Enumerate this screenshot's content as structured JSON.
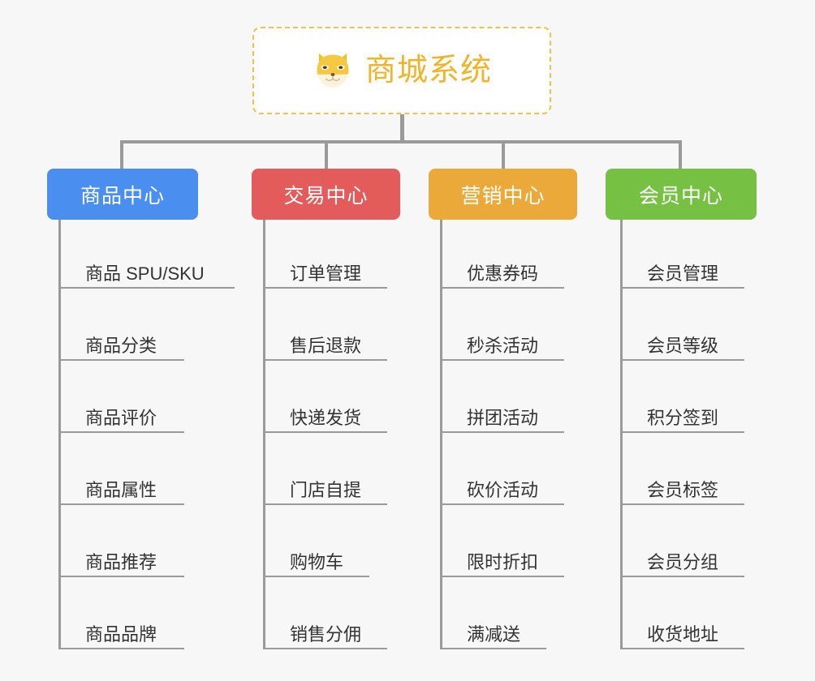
{
  "diagram": {
    "background_color": "#f7f7f7",
    "connector_color": "#9a9a9a",
    "root": {
      "title": "商城系统",
      "icon": "shiba-dog-face-icon",
      "border_color": "#f0c14b",
      "text_color": "#f0b429",
      "background_color": "#ffffff"
    },
    "branches": [
      {
        "title": "商品中心",
        "color": "#4a8ff0",
        "items": [
          "商品 SPU/SKU",
          "商品分类",
          "商品评价",
          "商品属性",
          "商品推荐",
          "商品品牌"
        ]
      },
      {
        "title": "交易中心",
        "color": "#e35b5b",
        "items": [
          "订单管理",
          "售后退款",
          "快递发货",
          "门店自提",
          "购物车",
          "销售分佣"
        ]
      },
      {
        "title": "营销中心",
        "color": "#eaa938",
        "items": [
          "优惠券码",
          "秒杀活动",
          "拼团活动",
          "砍价活动",
          "限时折扣",
          "满减送"
        ]
      },
      {
        "title": "会员中心",
        "color": "#76c043",
        "items": [
          "会员管理",
          "会员等级",
          "积分签到",
          "会员标签",
          "会员分组",
          "收货地址"
        ]
      }
    ]
  }
}
